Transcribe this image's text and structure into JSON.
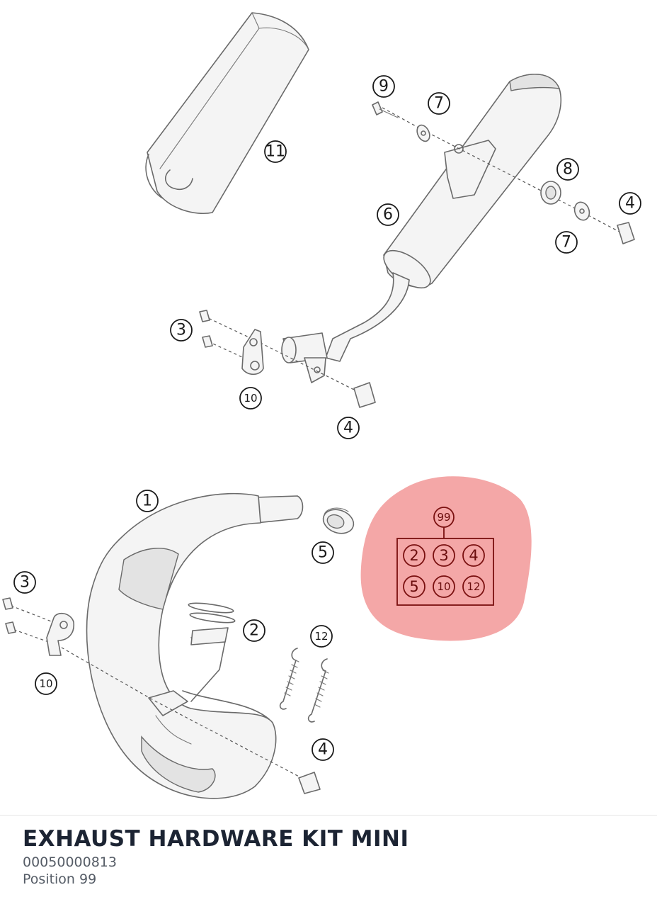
{
  "product": {
    "title": "EXHAUST HARDWARE KIT MINI",
    "part_number": "00050000813",
    "position": "Position 99"
  },
  "diagram": {
    "callouts": {
      "c1": "1",
      "c2": "2",
      "c3a": "3",
      "c3b": "3",
      "c4a": "4",
      "c4b": "4",
      "c4c": "4",
      "c5": "5",
      "c6": "6",
      "c7a": "7",
      "c7b": "7",
      "c8": "8",
      "c9": "9",
      "c10a": "10",
      "c10b": "10",
      "c11": "11",
      "c12": "12"
    },
    "kit": {
      "number": "99",
      "items": [
        "2",
        "3",
        "4",
        "5",
        "10",
        "12"
      ]
    }
  },
  "colors": {
    "highlight": "#f08a8a",
    "callout_stroke": "#1a1a1a",
    "title": "#1c2433"
  }
}
